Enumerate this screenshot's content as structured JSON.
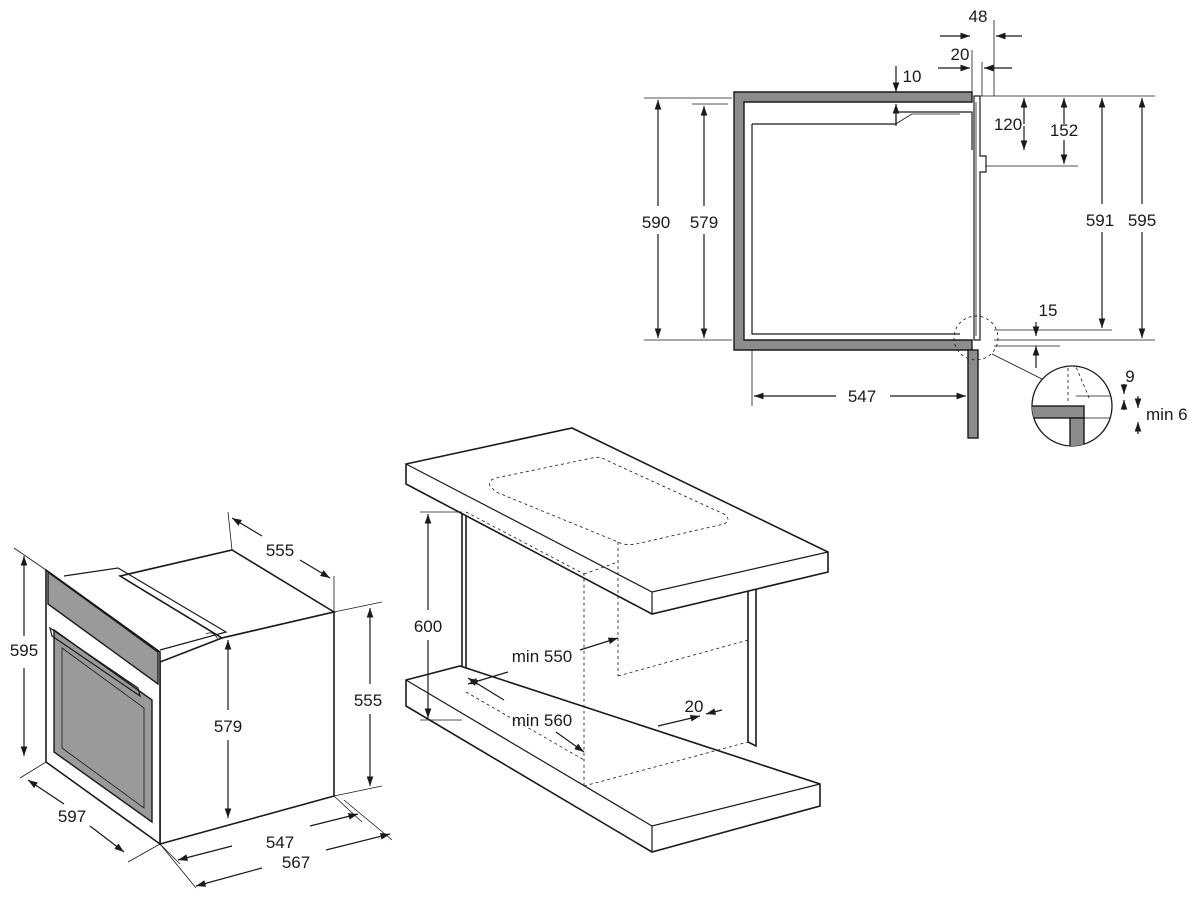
{
  "section_view": {
    "dims": {
      "d48": "48",
      "d20": "20",
      "d10": "10",
      "d120": "120",
      "d152": "152",
      "d590": "590",
      "d579": "579",
      "d591": "591",
      "d595": "595",
      "d15": "15",
      "d547": "547",
      "d9": "9",
      "min6": "min 6"
    }
  },
  "oven_view": {
    "dims": {
      "d555_top": "555",
      "d595_h": "595",
      "d579": "579",
      "d555_side": "555",
      "d597": "597",
      "d547": "547",
      "d567": "567"
    }
  },
  "cabinet_view": {
    "dims": {
      "d600": "600",
      "min550": "min 550",
      "min560": "min 560",
      "d20": "20"
    }
  }
}
